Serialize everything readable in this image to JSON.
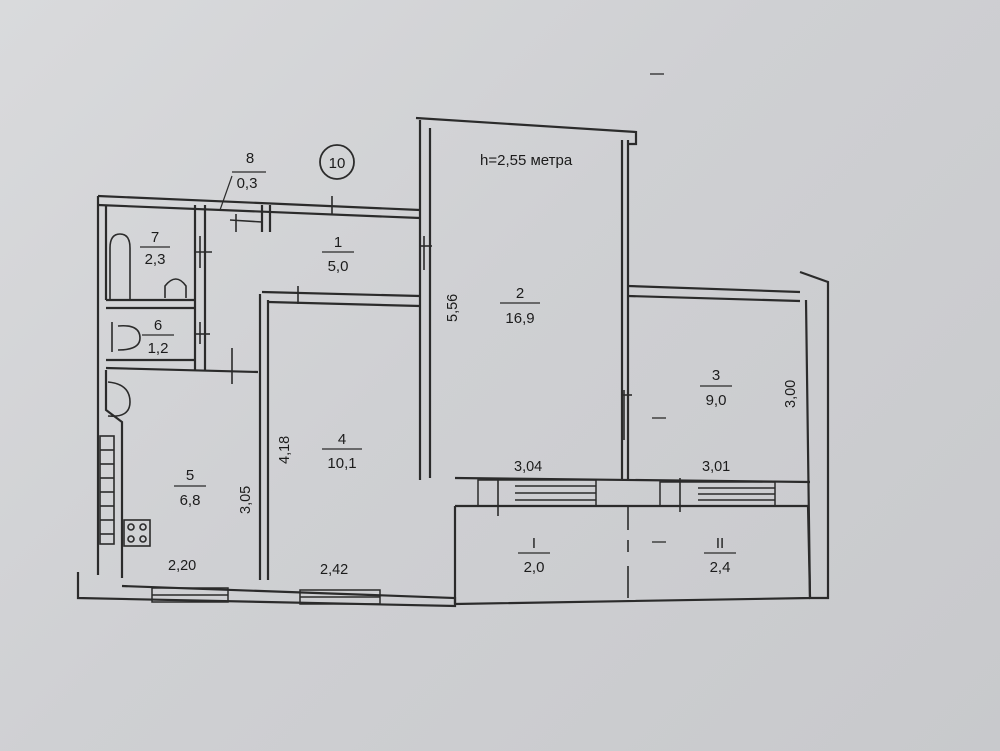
{
  "height_note": "h=2,55 метра",
  "apartment_number": "10",
  "rooms": [
    {
      "id": "1",
      "area": "5,0"
    },
    {
      "id": "2",
      "area": "16,9"
    },
    {
      "id": "3",
      "area": "9,0"
    },
    {
      "id": "4",
      "area": "10,1"
    },
    {
      "id": "5",
      "area": "6,8"
    },
    {
      "id": "6",
      "area": "1,2"
    },
    {
      "id": "7",
      "area": "2,3"
    },
    {
      "id": "8",
      "area": "0,3"
    },
    {
      "id": "I",
      "area": "2,0"
    },
    {
      "id": "II",
      "area": "2,4"
    }
  ],
  "dimensions": {
    "room2_height": "5,56",
    "room3_height": "3,00",
    "room4_height": "4,18",
    "room5_height": "3,05",
    "room2_width": "3,04",
    "room3_width": "3,01",
    "room5_width": "2,20",
    "room4_width": "2,42"
  },
  "colors": {
    "wall": "#2a2a2a",
    "wall_fill": "#9a9a9c",
    "paper": "#d6d7d9"
  }
}
